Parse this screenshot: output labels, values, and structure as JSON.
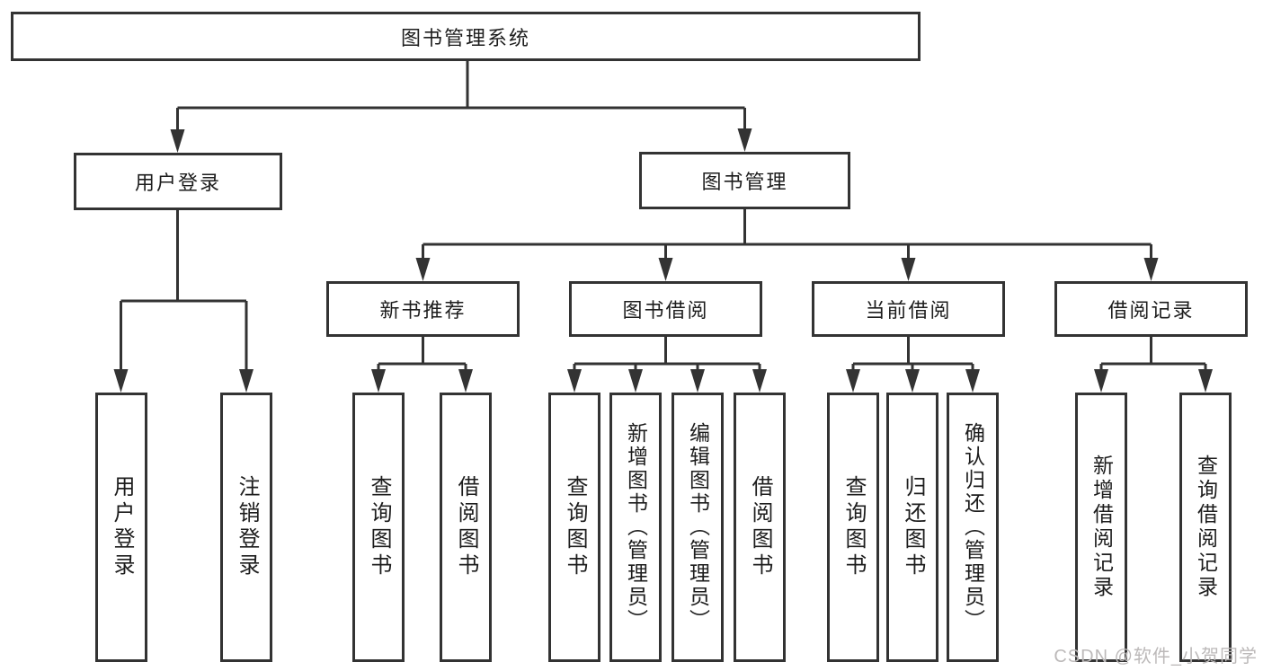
{
  "diagram": {
    "root": {
      "label": "图书管理系统"
    },
    "branches": [
      {
        "label": "用户登录",
        "leaves": [
          "用户登录",
          "注销登录"
        ]
      },
      {
        "label": "图书管理",
        "sections": [
          {
            "label": "新书推荐",
            "leaves": [
              "查询图书",
              "借阅图书"
            ]
          },
          {
            "label": "图书借阅",
            "leaves": [
              "查询图书",
              "新增图书（管理员）",
              "编辑图书（管理员）",
              "借阅图书"
            ]
          },
          {
            "label": "当前借阅",
            "leaves": [
              "查询图书",
              "归还图书",
              "确认归还（管理员）"
            ]
          },
          {
            "label": "借阅记录",
            "leaves": [
              "新增借阅记录",
              "查询借阅记录"
            ]
          }
        ]
      }
    ]
  },
  "watermark": {
    "text": "CSDN @软件_小贺同学"
  },
  "colors": {
    "line": "#333333",
    "text": "#1d1d1d",
    "background": "#ffffff",
    "watermark": "#bcb9b9"
  }
}
